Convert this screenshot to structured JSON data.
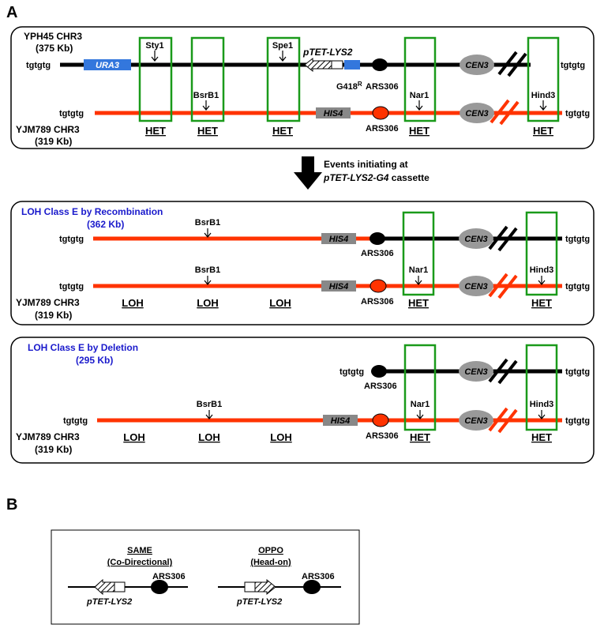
{
  "panel_a": {
    "label": "A",
    "top_box": {
      "chr_black_name": "YPH45 CHR3",
      "chr_black_size": "(375 Kb)",
      "chr_red_name": "YJM789 CHR3",
      "chr_red_size": "(319 Kb)",
      "telomere": "tgtgtg",
      "ura3": "URA3",
      "his4": "HIS4",
      "cen3": "CEN3",
      "ptet_lys2": "pTET-LYS2",
      "g418": "G418",
      "g418_sup": "R",
      "ars306": "ARS306",
      "sites": {
        "sty1": "Sty1",
        "spe1": "Spe1",
        "bsrb1": "BsrB1",
        "nar1": "Nar1",
        "hind3": "Hind3"
      },
      "het": "HET"
    },
    "events": {
      "line1": "Events initiating at",
      "line2_italic": "pTET-LYS2-G4",
      "line2_rest": " cassette"
    },
    "recomb_box": {
      "title": "LOH Class E by Recombination",
      "size": "(362 Kb)",
      "chr_red_name": "YJM789 CHR3",
      "chr_red_size": "(319 Kb)",
      "telomere": "tgtgtg",
      "his4": "HIS4",
      "cen3": "CEN3",
      "ars306": "ARS306",
      "bsrb1": "BsrB1",
      "nar1": "Nar1",
      "hind3": "Hind3",
      "loh": "LOH",
      "het": "HET"
    },
    "deletion_box": {
      "title": "LOH Class E by Deletion",
      "size": "(295 Kb)",
      "chr_red_name": "YJM789 CHR3",
      "chr_red_size": "(319 Kb)",
      "telomere": "tgtgtg",
      "his4": "HIS4",
      "cen3": "CEN3",
      "ars306": "ARS306",
      "bsrb1": "BsrB1",
      "nar1": "Nar1",
      "hind3": "Hind3",
      "loh": "LOH",
      "het": "HET"
    }
  },
  "panel_b": {
    "label": "B",
    "same_title": "SAME",
    "same_sub": "(Co-Directional)",
    "oppo_title": "OPPO",
    "oppo_sub": "(Head-on)",
    "ars306": "ARS306",
    "ptet_lys2": "pTET-LYS2"
  },
  "colors": {
    "black_chromosome": "#000000",
    "red_chromosome": "#ff3300",
    "het_box": "#1a9a1a",
    "ura3_box": "#3377dd",
    "his4_box": "#888888",
    "cen3": "#999999",
    "title_blue": "#1a1acc"
  }
}
